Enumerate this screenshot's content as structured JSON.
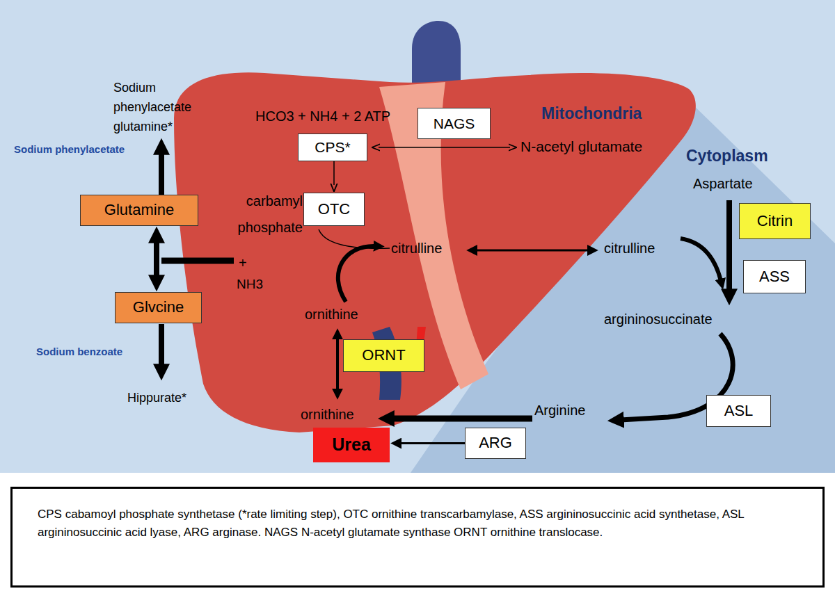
{
  "diagram": {
    "caption": "CPS cabamoyl phosphate synthetase (*rate limiting step), OTC ornithine transcarbamylase, ASS argininosuccinic acid synthetase, ASL argininosuccinic acid lyase, ARG arginase. NAGS N-acetyl glutamate synthase ORNT ornithine translocase.",
    "nodes": [
      {
        "text": [
          "CPS*"
        ]
      },
      {
        "text": [
          "NAGS"
        ]
      },
      {
        "text": [
          "Glutamine"
        ]
      },
      {
        "text": [
          "OTC"
        ]
      },
      {
        "text": [
          "Citrin"
        ]
      },
      {
        "text": [
          "ASS"
        ]
      },
      {
        "text": [
          "Glvcine"
        ]
      },
      {
        "text": [
          "ORNT"
        ]
      },
      {
        "text": [
          "ASL"
        ]
      },
      {
        "text": [
          "Urea"
        ]
      },
      {
        "text": [
          "ARG"
        ]
      }
    ],
    "edges": [
      {
        "from": 2,
        "to": 6,
        "arrow": "both"
      },
      {
        "from": 0,
        "to": 3,
        "arrow": "to"
      },
      {
        "from": 10,
        "to": 9,
        "arrow": "to"
      }
    ],
    "labels": [
      "Sodium phenylacetate glutamine*",
      "Sodium phenylacetate",
      "+",
      "NH3",
      "Sodium benzoate",
      "Hippurate*",
      "HCO3 + NH4 + 2 ATP",
      "Mitochondria",
      "N-acetyl glutamate",
      "Cytoplasm",
      "Aspartate",
      "carbamyl phosphate",
      "citrulline",
      "citrulline",
      "ornithine",
      "ornithine",
      "argininosuccinate",
      "Arginine"
    ]
  }
}
